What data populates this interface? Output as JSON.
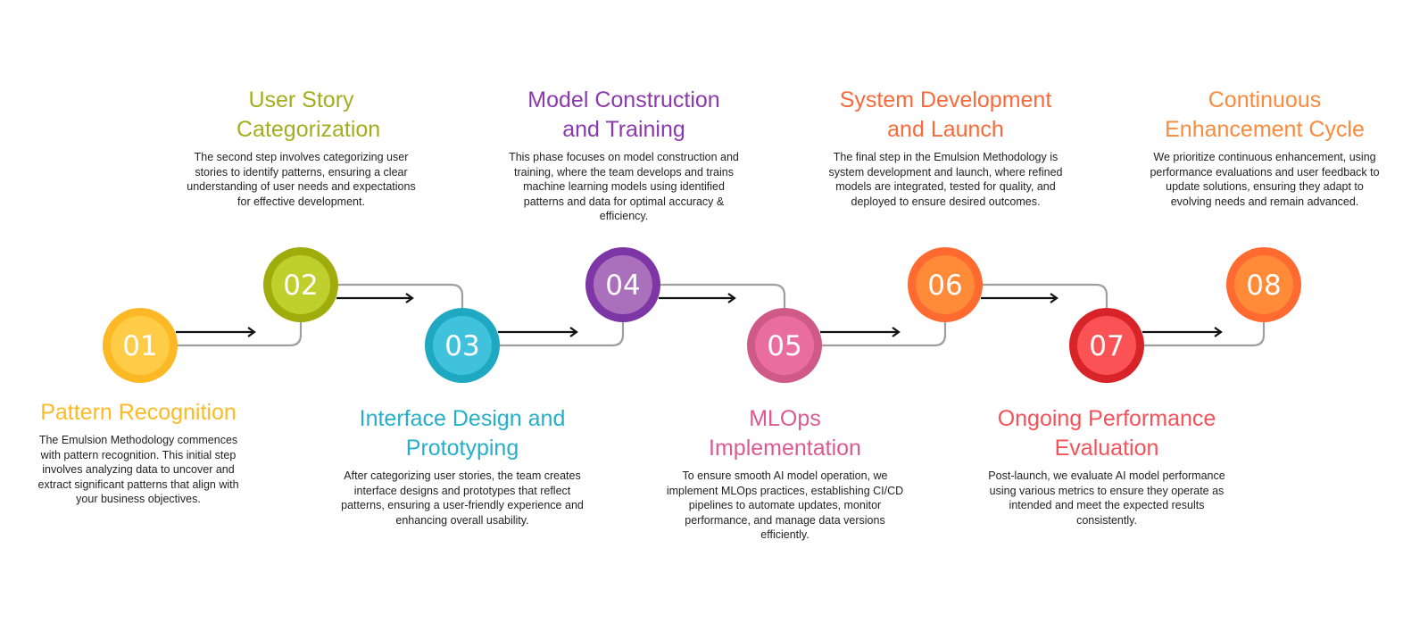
{
  "steps": [
    {
      "number": "01",
      "title": "Pattern Recognition",
      "description": "The Emulsion Methodology commences with pattern recognition. This initial step involves analyzing data to uncover and extract significant patterns that align with your business objectives.",
      "title_color": "#FDBA25",
      "ring_color": "#FDB825",
      "fill_color": "#FFCC47"
    },
    {
      "number": "02",
      "title": "User Story Categorization",
      "description": "The second step involves categorizing user stories to identify patterns, ensuring a clear understanding of user needs and expectations for effective development.",
      "title_color": "#A3AE1E",
      "ring_color": "#A0AC0C",
      "fill_color": "#BFD02E"
    },
    {
      "number": "03",
      "title": "Interface Design and Prototyping",
      "description": "After categorizing user stories, the team creates interface designs and prototypes that reflect patterns, ensuring a user-friendly experience and enhancing overall usability.",
      "title_color": "#25AFC9",
      "ring_color": "#1EA8C2",
      "fill_color": "#40C2DD"
    },
    {
      "number": "04",
      "title": "Model Construction and Training",
      "description": "This phase focuses on model construction and training, where the team develops and trains machine learning models using identified patterns and data for optimal accuracy & efficiency.",
      "title_color": "#8B3AAE",
      "ring_color": "#7E35A5",
      "fill_color": "#AA70BC"
    },
    {
      "number": "05",
      "title": "MLOps Implementation",
      "description": "To ensure smooth AI model operation, we implement MLOps practices, establishing CI/CD pipelines to automate updates, monitor performance, and manage data versions efficiently.",
      "title_color": "#DB5A8F",
      "ring_color": "#CF5A88",
      "fill_color": "#EA6DA0"
    },
    {
      "number": "06",
      "title": "System Development and Launch",
      "description": "The final step in the Emulsion Methodology is system development and launch, where refined models are integrated, tested for quality, and deployed to ensure desired outcomes.",
      "title_color": "#F86A3A",
      "ring_color": "#FF6A30",
      "fill_color": "#FF8A38"
    },
    {
      "number": "07",
      "title": "Ongoing Performance Evaluation",
      "description": "Post-launch, we evaluate AI model performance using various metrics to ensure they operate as intended and meet the expected results consistently.",
      "title_color": "#F3525A",
      "ring_color": "#D82428",
      "fill_color": "#FB5255"
    },
    {
      "number": "08",
      "title": "Continuous Enhancement Cycle",
      "description": "We prioritize continuous enhancement, using performance evaluations and user feedback to update solutions, ensuring they adapt to evolving needs and remain advanced.",
      "title_color": "#FA8A3C",
      "ring_color": "#FF6A30",
      "fill_color": "#FF8A38"
    }
  ],
  "connector_color": "#9E9E9E",
  "arrow_color": "#111111"
}
